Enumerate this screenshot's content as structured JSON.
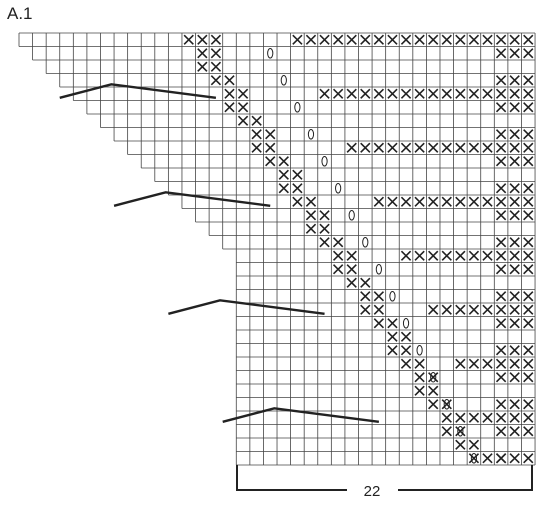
{
  "diagram": {
    "title": "A.1",
    "stitch_count_label": "22",
    "colors": {
      "grid_line": "#444444",
      "cross": "#222222",
      "bold_line": "#222222",
      "background": "#ffffff"
    },
    "symbols": [
      "cross-stitch-symbol",
      "yarn-over-oval-symbol",
      "bind-off-line"
    ],
    "rows": 32,
    "columns": 38
  }
}
